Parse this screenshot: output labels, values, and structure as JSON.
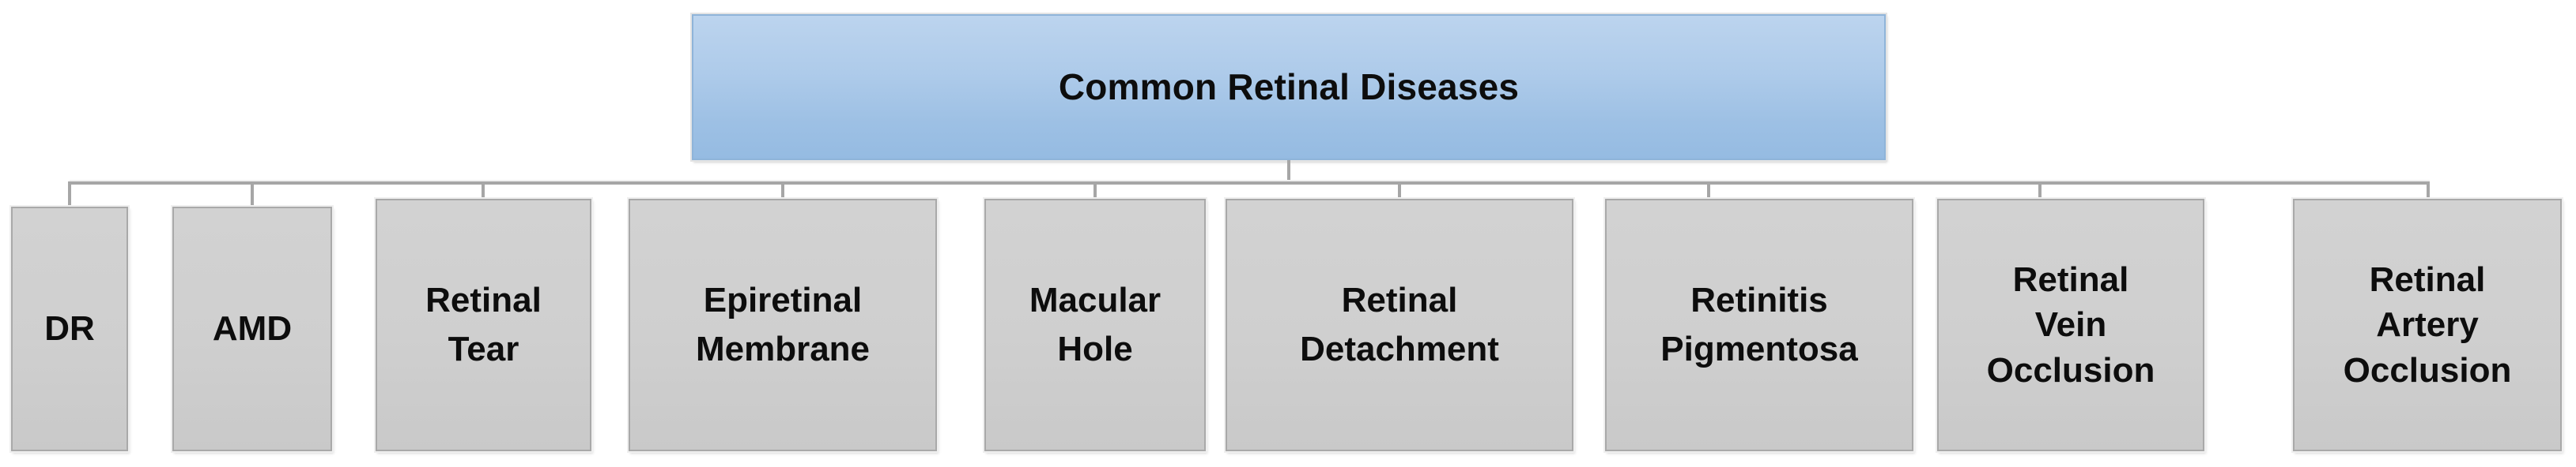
{
  "diagram": {
    "type": "hierarchy-org-chart",
    "title": "Common Retinal Diseases",
    "root": {
      "label": "Common Retinal Diseases",
      "fill_color": "#a9c7e8",
      "border_color": "#8fb4d9",
      "text_color": "#000000"
    },
    "children": [
      {
        "label": "DR",
        "lines": [
          "DR"
        ]
      },
      {
        "label": "AMD",
        "lines": [
          "AMD"
        ]
      },
      {
        "label": "Retinal Tear",
        "lines": [
          "Retinal",
          "Tear"
        ]
      },
      {
        "label": "Epiretinal Membrane",
        "lines": [
          "Epiretinal",
          "Membrane"
        ]
      },
      {
        "label": "Macular Hole",
        "lines": [
          "Macular",
          "Hole"
        ]
      },
      {
        "label": "Retinal Detachment",
        "lines": [
          "Retinal",
          "Detachment"
        ]
      },
      {
        "label": "Retinitis Pigmentosa",
        "lines": [
          "Retinitis",
          "Pigmentosa"
        ]
      },
      {
        "label": "Retinal Vein Occlusion",
        "lines": [
          "Retinal",
          "Vein",
          "Occlusion"
        ]
      },
      {
        "label": "Retinal Artery Occlusion",
        "lines": [
          "Retinal",
          "Artery",
          "Occlusion"
        ]
      }
    ],
    "child_style": {
      "fill_color": "#cfcfcf",
      "border_color": "#a9a9a9",
      "text_color": "#000000"
    },
    "connector_color": "#a6a6a6",
    "background_color": "#ffffff"
  }
}
